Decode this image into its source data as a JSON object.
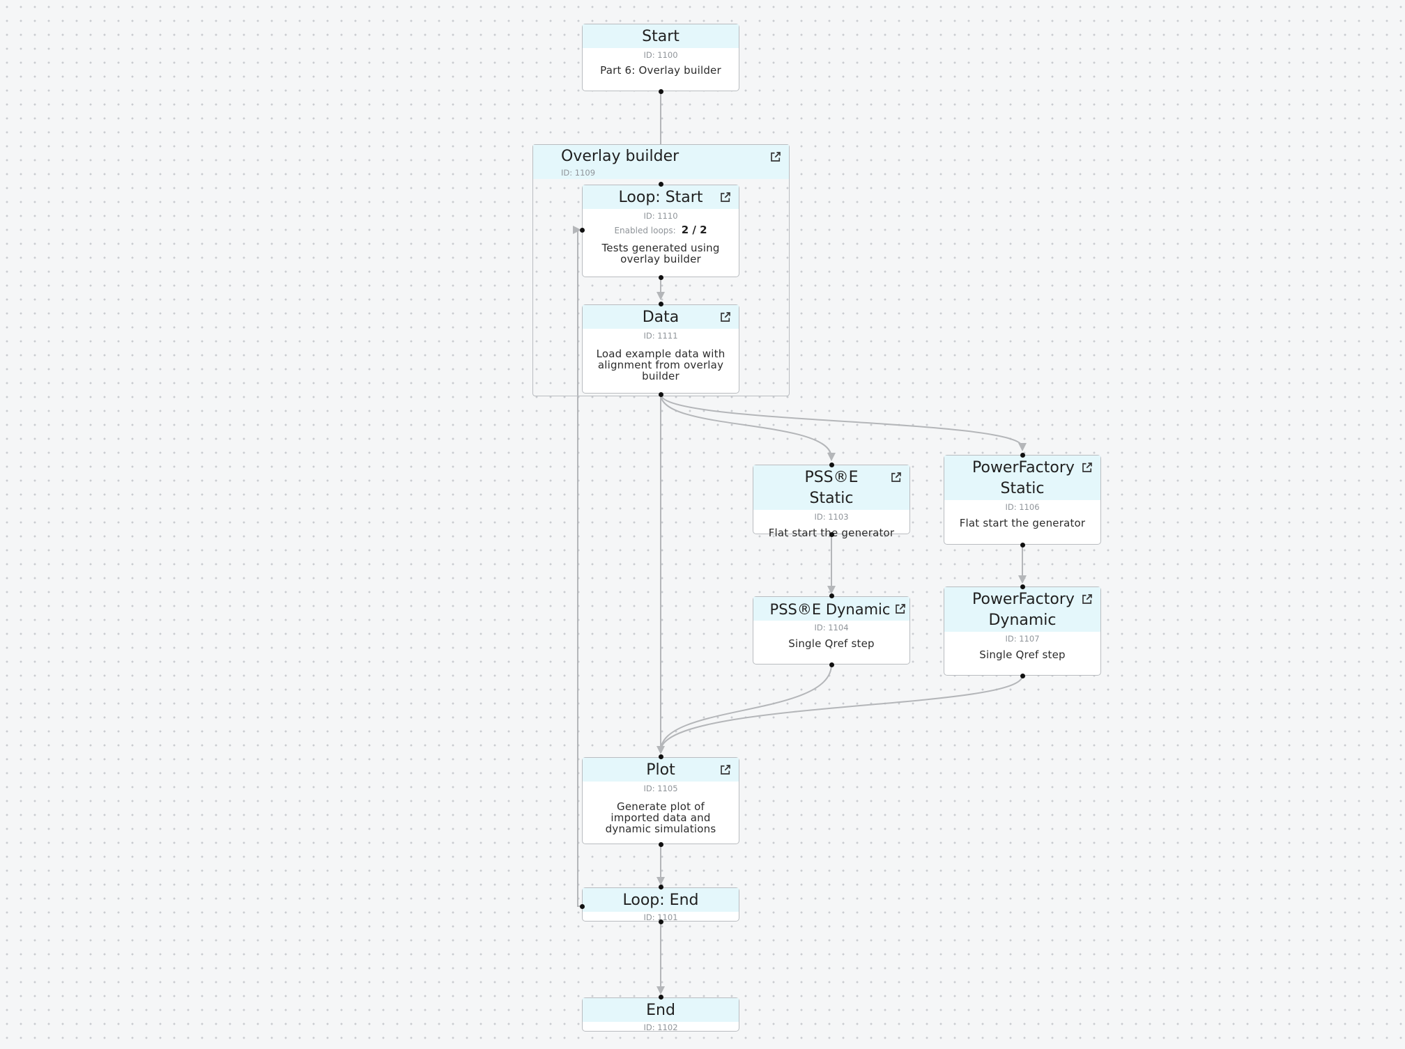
{
  "nodes": {
    "start": {
      "title": "Start",
      "id": "ID: 1100",
      "desc": "Part 6: Overlay builder"
    },
    "overlay": {
      "title": "Overlay builder",
      "id": "ID: 1109"
    },
    "loop_start": {
      "title": "Loop: Start",
      "id": "ID: 1110",
      "loops_label": "Enabled loops:",
      "loops_value": "2 / 2",
      "desc": "Tests generated using overlay builder"
    },
    "data": {
      "title": "Data",
      "id": "ID: 1111",
      "desc": "Load example data with alignment from overlay builder"
    },
    "psse_static": {
      "title": "PSS®E Static",
      "id": "ID: 1103",
      "desc": "Flat start the generator"
    },
    "pf_static": {
      "title": "PowerFactory Static",
      "id": "ID: 1106",
      "desc": "Flat start the generator"
    },
    "psse_dynamic": {
      "title": "PSS®E Dynamic",
      "id": "ID: 1104",
      "desc": "Single Qref step"
    },
    "pf_dynamic": {
      "title": "PowerFactory Dynamic",
      "id": "ID: 1107",
      "desc": "Single Qref step"
    },
    "plot": {
      "title": "Plot",
      "id": "ID: 1105",
      "desc": "Generate plot of imported data and dynamic simulations"
    },
    "loop_end": {
      "title": "Loop: End",
      "id": "ID: 1101"
    },
    "end": {
      "title": "End",
      "id": "ID: 1102"
    }
  },
  "icons": {
    "open_external": "open-in-new-icon"
  },
  "colors": {
    "title_bar": "#e4f7fb",
    "edge": "#b4b6b9",
    "border": "#b9bcc0",
    "port": "#111111"
  }
}
